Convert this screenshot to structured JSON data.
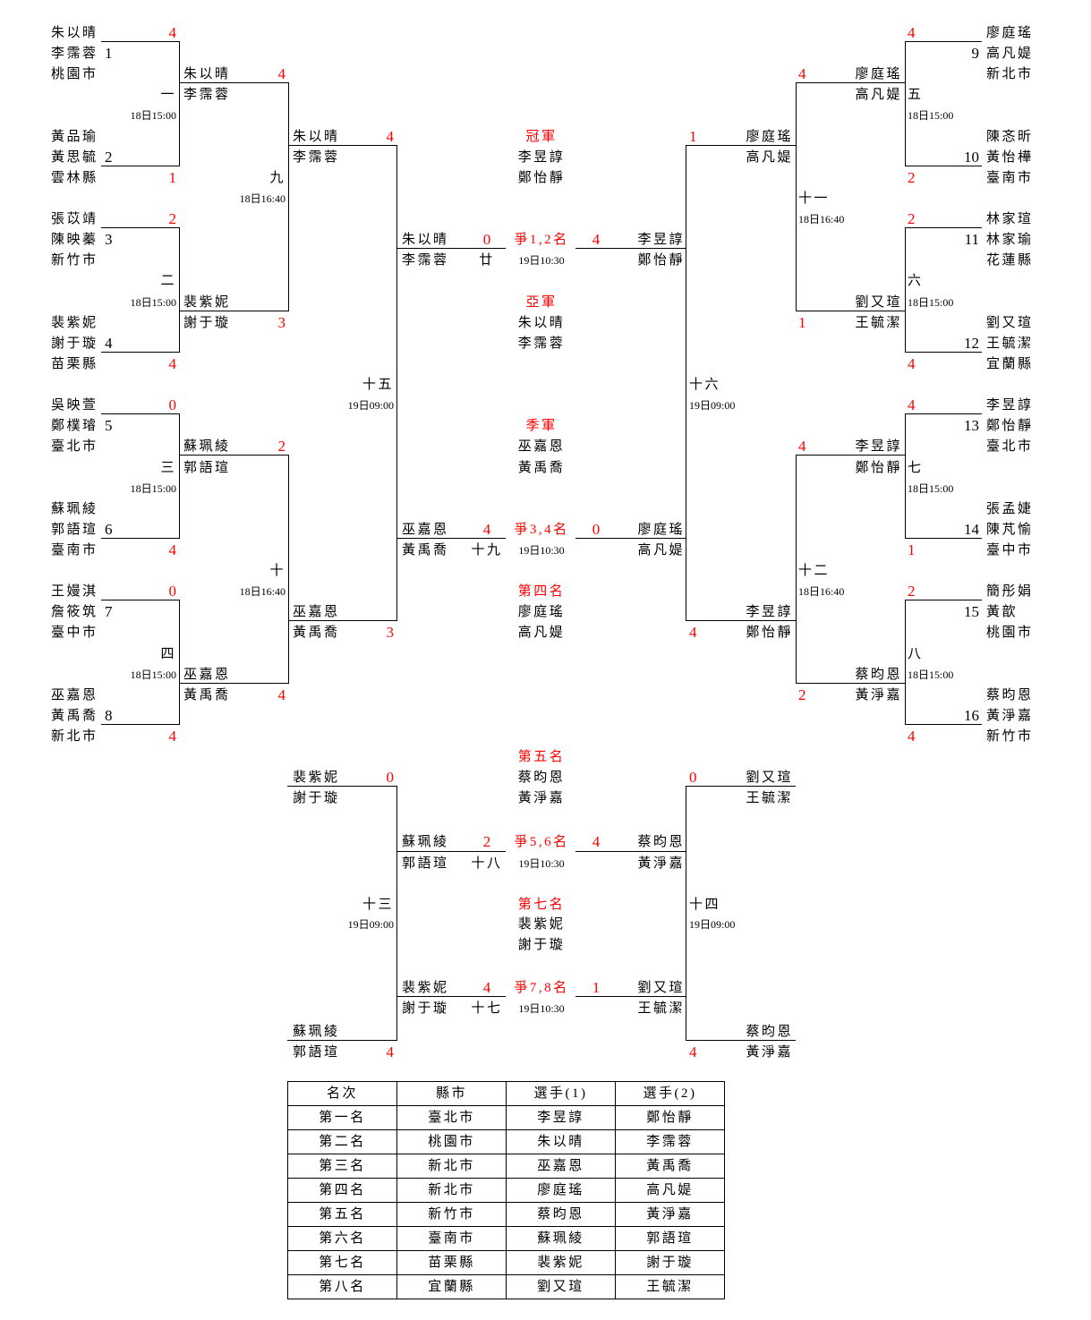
{
  "bracket": {
    "round1": [
      {
        "no": "一",
        "time": "18日15:00",
        "a": {
          "seed": "1",
          "p1": "朱以晴",
          "p2": "李霈蓉",
          "county": "桃園市",
          "score": "4"
        },
        "b": {
          "seed": "2",
          "p1": "黃品瑜",
          "p2": "黃思毓",
          "county": "雲林縣",
          "score": "1"
        }
      },
      {
        "no": "二",
        "time": "18日15:00",
        "a": {
          "seed": "3",
          "p1": "張苡靖",
          "p2": "陳映蓁",
          "county": "新竹市",
          "score": "2"
        },
        "b": {
          "seed": "4",
          "p1": "裴紫妮",
          "p2": "謝于璇",
          "county": "苗栗縣",
          "score": "4"
        }
      },
      {
        "no": "三",
        "time": "18日15:00",
        "a": {
          "seed": "5",
          "p1": "吳映萱",
          "p2": "鄭樸璿",
          "county": "臺北市",
          "score": "0"
        },
        "b": {
          "seed": "6",
          "p1": "蘇珮綾",
          "p2": "郭語瑄",
          "county": "臺南市",
          "score": "4"
        }
      },
      {
        "no": "四",
        "time": "18日15:00",
        "a": {
          "seed": "7",
          "p1": "王嫚淇",
          "p2": "詹筱筑",
          "county": "臺中市",
          "score": "0"
        },
        "b": {
          "seed": "8",
          "p1": "巫嘉恩",
          "p2": "黃禹喬",
          "county": "新北市",
          "score": "4"
        }
      },
      {
        "no": "五",
        "time": "18日15:00",
        "a": {
          "seed": "9",
          "p1": "廖庭瑤",
          "p2": "高凡媞",
          "county": "新北市",
          "score": "4"
        },
        "b": {
          "seed": "10",
          "p1": "陳忞昕",
          "p2": "黃怡樺",
          "county": "臺南市",
          "score": "2"
        }
      },
      {
        "no": "六",
        "time": "18日15:00",
        "a": {
          "seed": "11",
          "p1": "林家瑄",
          "p2": "林家瑜",
          "county": "花蓮縣",
          "score": "2"
        },
        "b": {
          "seed": "12",
          "p1": "劉又瑄",
          "p2": "王毓潔",
          "county": "宜蘭縣",
          "score": "4"
        }
      },
      {
        "no": "七",
        "time": "18日15:00",
        "a": {
          "seed": "13",
          "p1": "李昱諄",
          "p2": "鄭怡靜",
          "county": "臺北市",
          "score": "4"
        },
        "b": {
          "seed": "14",
          "p1": "張孟婕",
          "p2": "陳芃愉",
          "county": "臺中市",
          "score": "1"
        }
      },
      {
        "no": "八",
        "time": "18日15:00",
        "a": {
          "seed": "15",
          "p1": "簡彤娟",
          "p2": "黃歆",
          "county": "桃園市",
          "score": "2"
        },
        "b": {
          "seed": "16",
          "p1": "蔡昀恩",
          "p2": "黃淨嘉",
          "county": "新竹市",
          "score": "4"
        }
      }
    ],
    "quarterfinals": [
      {
        "no": "九",
        "time": "18日16:40",
        "a": {
          "p1": "朱以晴",
          "p2": "李霈蓉",
          "score": "4"
        },
        "b": {
          "p1": "裴紫妮",
          "p2": "謝于璇",
          "score": "3"
        }
      },
      {
        "no": "十",
        "time": "18日16:40",
        "a": {
          "p1": "蘇珮綾",
          "p2": "郭語瑄",
          "score": "2"
        },
        "b": {
          "p1": "巫嘉恩",
          "p2": "黃禹喬",
          "score": "4"
        }
      },
      {
        "no": "十一",
        "time": "18日16:40",
        "a": {
          "p1": "廖庭瑤",
          "p2": "高凡媞",
          "score": "4"
        },
        "b": {
          "p1": "劉又瑄",
          "p2": "王毓潔",
          "score": "1"
        }
      },
      {
        "no": "十二",
        "time": "18日16:40",
        "a": {
          "p1": "李昱諄",
          "p2": "鄭怡靜",
          "score": "4"
        },
        "b": {
          "p1": "蔡昀恩",
          "p2": "黃淨嘉",
          "score": "2"
        }
      }
    ],
    "semifinals": [
      {
        "no": "十五",
        "time": "19日09:00",
        "a": {
          "p1": "朱以晴",
          "p2": "李霈蓉",
          "score": "4"
        },
        "b": {
          "p1": "巫嘉恩",
          "p2": "黃禹喬",
          "score": "3"
        }
      },
      {
        "no": "十六",
        "time": "19日09:00",
        "a": {
          "p1": "廖庭瑤",
          "p2": "高凡媞",
          "score": "1"
        },
        "b": {
          "p1": "李昱諄",
          "p2": "鄭怡靜",
          "score": "4"
        }
      }
    ],
    "final": {
      "no": "廿",
      "label": "爭1,2名",
      "time": "19日10:30",
      "a": {
        "p1": "朱以晴",
        "p2": "李霈蓉",
        "score": "0"
      },
      "b": {
        "p1": "李昱諄",
        "p2": "鄭怡靜",
        "score": "4"
      }
    },
    "third_place": {
      "no": "十九",
      "label": "爭3,4名",
      "time": "19日10:30",
      "a": {
        "p1": "巫嘉恩",
        "p2": "黃禹喬",
        "score": "4"
      },
      "b": {
        "p1": "廖庭瑤",
        "p2": "高凡媞",
        "score": "0"
      }
    },
    "placements": [
      {
        "label": "冠軍",
        "p1": "李昱諄",
        "p2": "鄭怡靜"
      },
      {
        "label": "亞軍",
        "p1": "朱以晴",
        "p2": "李霈蓉"
      },
      {
        "label": "季軍",
        "p1": "巫嘉恩",
        "p2": "黃禹喬"
      },
      {
        "label": "第四名",
        "p1": "廖庭瑤",
        "p2": "高凡媞"
      }
    ]
  },
  "consolation": {
    "semifinals": [
      {
        "no": "十三",
        "time": "19日09:00",
        "a": {
          "p1": "裴紫妮",
          "p2": "謝于璇",
          "score": "0"
        },
        "b": {
          "p1": "蘇珮綾",
          "p2": "郭語瑄",
          "score": "4"
        }
      },
      {
        "no": "十四",
        "time": "19日09:00",
        "a": {
          "p1": "劉又瑄",
          "p2": "王毓潔",
          "score": "0"
        },
        "b": {
          "p1": "蔡昀恩",
          "p2": "黃淨嘉",
          "score": "4"
        }
      }
    ],
    "fifth_place": {
      "no": "十八",
      "label": "爭5,6名",
      "time": "19日10:30",
      "a": {
        "p1": "蘇珮綾",
        "p2": "郭語瑄",
        "score": "2"
      },
      "b": {
        "p1": "蔡昀恩",
        "p2": "黃淨嘉",
        "score": "4"
      }
    },
    "seventh_place": {
      "no": "十七",
      "label": "爭7,8名",
      "time": "19日10:30",
      "a": {
        "p1": "裴紫妮",
        "p2": "謝于璇",
        "score": "4"
      },
      "b": {
        "p1": "劉又瑄",
        "p2": "王毓潔",
        "score": "1"
      }
    },
    "placements": [
      {
        "label": "第五名",
        "p1": "蔡昀恩",
        "p2": "黃淨嘉"
      },
      {
        "label": "第七名",
        "p1": "裴紫妮",
        "p2": "謝于璇"
      }
    ]
  },
  "standings": {
    "headers": [
      "名次",
      "縣市",
      "選手(1)",
      "選手(2)"
    ],
    "rows": [
      [
        "第一名",
        "臺北市",
        "李昱諄",
        "鄭怡靜"
      ],
      [
        "第二名",
        "桃園市",
        "朱以晴",
        "李霈蓉"
      ],
      [
        "第三名",
        "新北市",
        "巫嘉恩",
        "黃禹喬"
      ],
      [
        "第四名",
        "新北市",
        "廖庭瑤",
        "高凡媞"
      ],
      [
        "第五名",
        "新竹市",
        "蔡昀恩",
        "黃淨嘉"
      ],
      [
        "第六名",
        "臺南市",
        "蘇珮綾",
        "郭語瑄"
      ],
      [
        "第七名",
        "苗栗縣",
        "裴紫妮",
        "謝于璇"
      ],
      [
        "第八名",
        "宜蘭縣",
        "劉又瑄",
        "王毓潔"
      ]
    ]
  },
  "colors": {
    "score": "#ff0000",
    "stage_label": "#ff0000",
    "text": "#000000",
    "line": "#000000"
  }
}
